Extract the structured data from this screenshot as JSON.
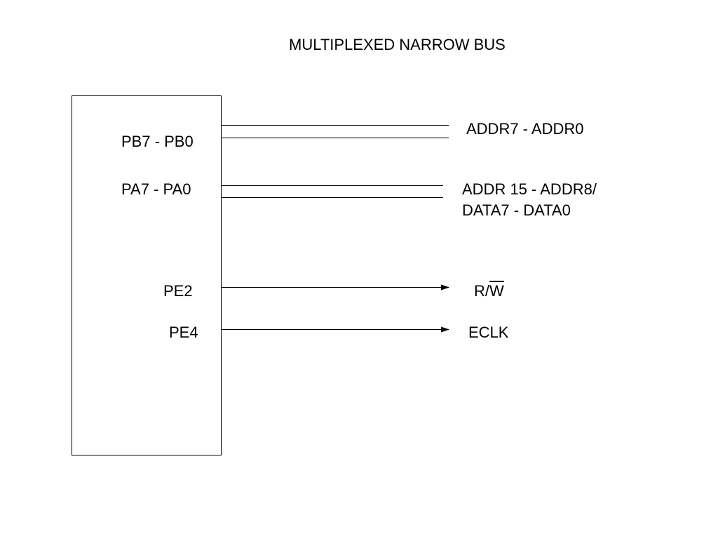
{
  "diagram": {
    "title": "MULTIPLEXED NARROW BUS",
    "chip_pins": {
      "port_b": "PB7 - PB0",
      "port_a": "PA7 - PA0",
      "pe2": "PE2",
      "pe4": "PE4"
    },
    "signals": {
      "addr_low": "ADDR7 - ADDR0",
      "addr_high": "ADDR 15 - ADDR8/",
      "data": "DATA7 - DATA0",
      "rw_prefix": "R/",
      "rw_overbar": "W",
      "eclk": "ECLK"
    }
  }
}
